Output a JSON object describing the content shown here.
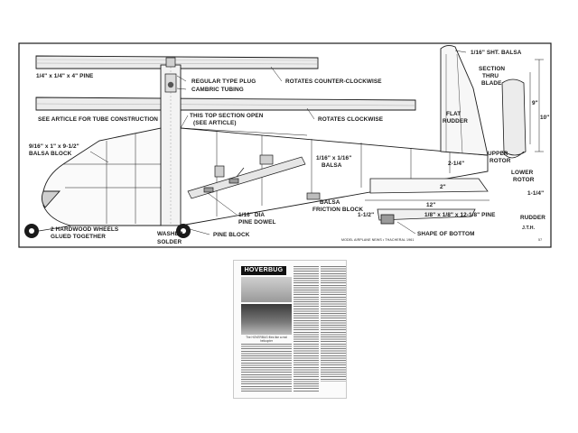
{
  "plan": {
    "labels": {
      "pine_spar": "1/4\" x 1/4\" x 4\" PINE",
      "plug": "REGULAR TYPE PLUG",
      "cambric": "CAMBRIC TUBING",
      "rot_ccw": "ROTATES COUNTER-CLOCKWISE",
      "rot_cw": "ROTATES CLOCKWISE",
      "tube_construction": "SEE ARTICLE FOR TUBE CONSTRUCTION",
      "top_open_1": "THIS TOP SECTION OPEN",
      "top_open_2": "(SEE ARTICLE)",
      "balsa_block_1": "9/16\" x 1\" x 9-1/2\"",
      "balsa_block_2": "BALSA BLOCK",
      "balsa_sq_1": "1/16\" x 1/16\"",
      "balsa_sq_2": "BALSA",
      "dowel_1": "1/16\" DIA",
      "dowel_2": "PINE DOWEL",
      "friction_1": "BALSA",
      "friction_2": "FRICTION BLOCK",
      "wheels_1": "2 HARDWOOD WHEELS",
      "wheels_2": "GLUED TOGETHER",
      "washer": "WASHER",
      "solder": "SOLDER",
      "pine_block": "PINE BLOCK",
      "sht_balsa": "1/16\" SHT. BALSA",
      "section_1": "SECTION",
      "section_2": "THRU",
      "section_3": "BLADE",
      "flat_rudder_1": "FLAT",
      "flat_rudder_2": "RUDDER",
      "upper_rotor_1": "UPPER",
      "upper_rotor_2": "ROTOR",
      "lower_rotor_1": "LOWER",
      "lower_rotor_2": "ROTOR",
      "dim_9": "9\"",
      "dim_10": "10\"",
      "dim_2_1_4": "2-1/4\"",
      "dim_2": "2\"",
      "dim_1_1_4": "1-1/4\"",
      "dim_1_1_2": "1-1/2\"",
      "dim_12": "12\"",
      "pine_12": "1/8\" x 1/8\" x 12-1/8\" PINE",
      "rudder": "RUDDER",
      "shape_bottom": "SHAPE OF BOTTOM",
      "initials": "J.T.H.",
      "credit": "MODEL AIRPLANE NEWS • THACHERAL 1961",
      "page_no": "57"
    }
  },
  "article": {
    "title": "HOVERBUG",
    "caption": "The HOVERBUG flies like a real helicopter"
  }
}
